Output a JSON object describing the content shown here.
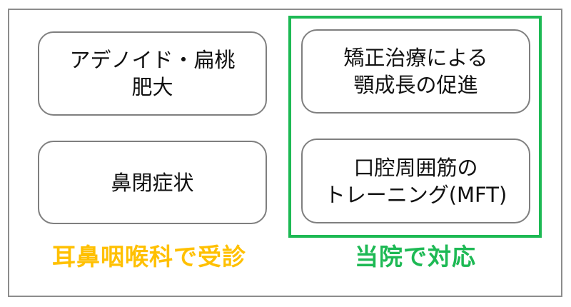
{
  "colors": {
    "frame": "#8c8c8c",
    "card_border": "#7f7f7f",
    "ent_label": "#ffc000",
    "clinic_label": "#1db954",
    "clinic_group_border": "#1db954",
    "text": "#111111"
  },
  "left_column": {
    "cards": [
      {
        "text": "アデノイド・扁桃\n肥大"
      },
      {
        "text": "鼻閉症状"
      }
    ],
    "label": "耳鼻咽喉科で受診"
  },
  "right_column": {
    "cards": [
      {
        "text": "矯正治療による\n顎成長の促進"
      },
      {
        "text": "口腔周囲筋の\nトレーニング(MFT)"
      }
    ],
    "label": "当院で対応"
  }
}
